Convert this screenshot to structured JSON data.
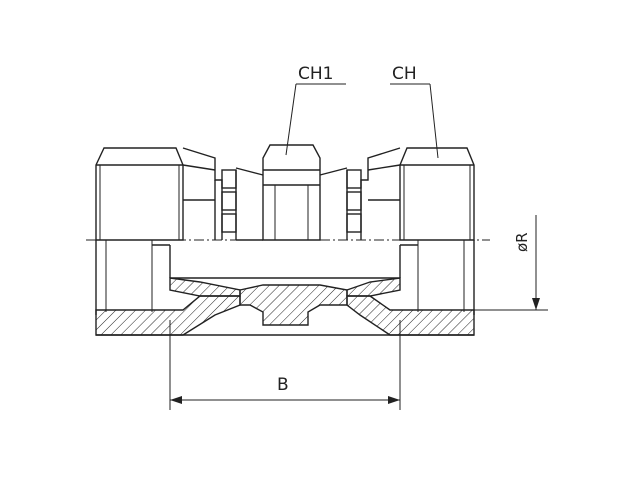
{
  "diagram": {
    "labels": {
      "ch1": "CH1",
      "ch": "CH",
      "b": "B",
      "r": "øR"
    },
    "line_color": "#222222",
    "background": "#ffffff"
  }
}
